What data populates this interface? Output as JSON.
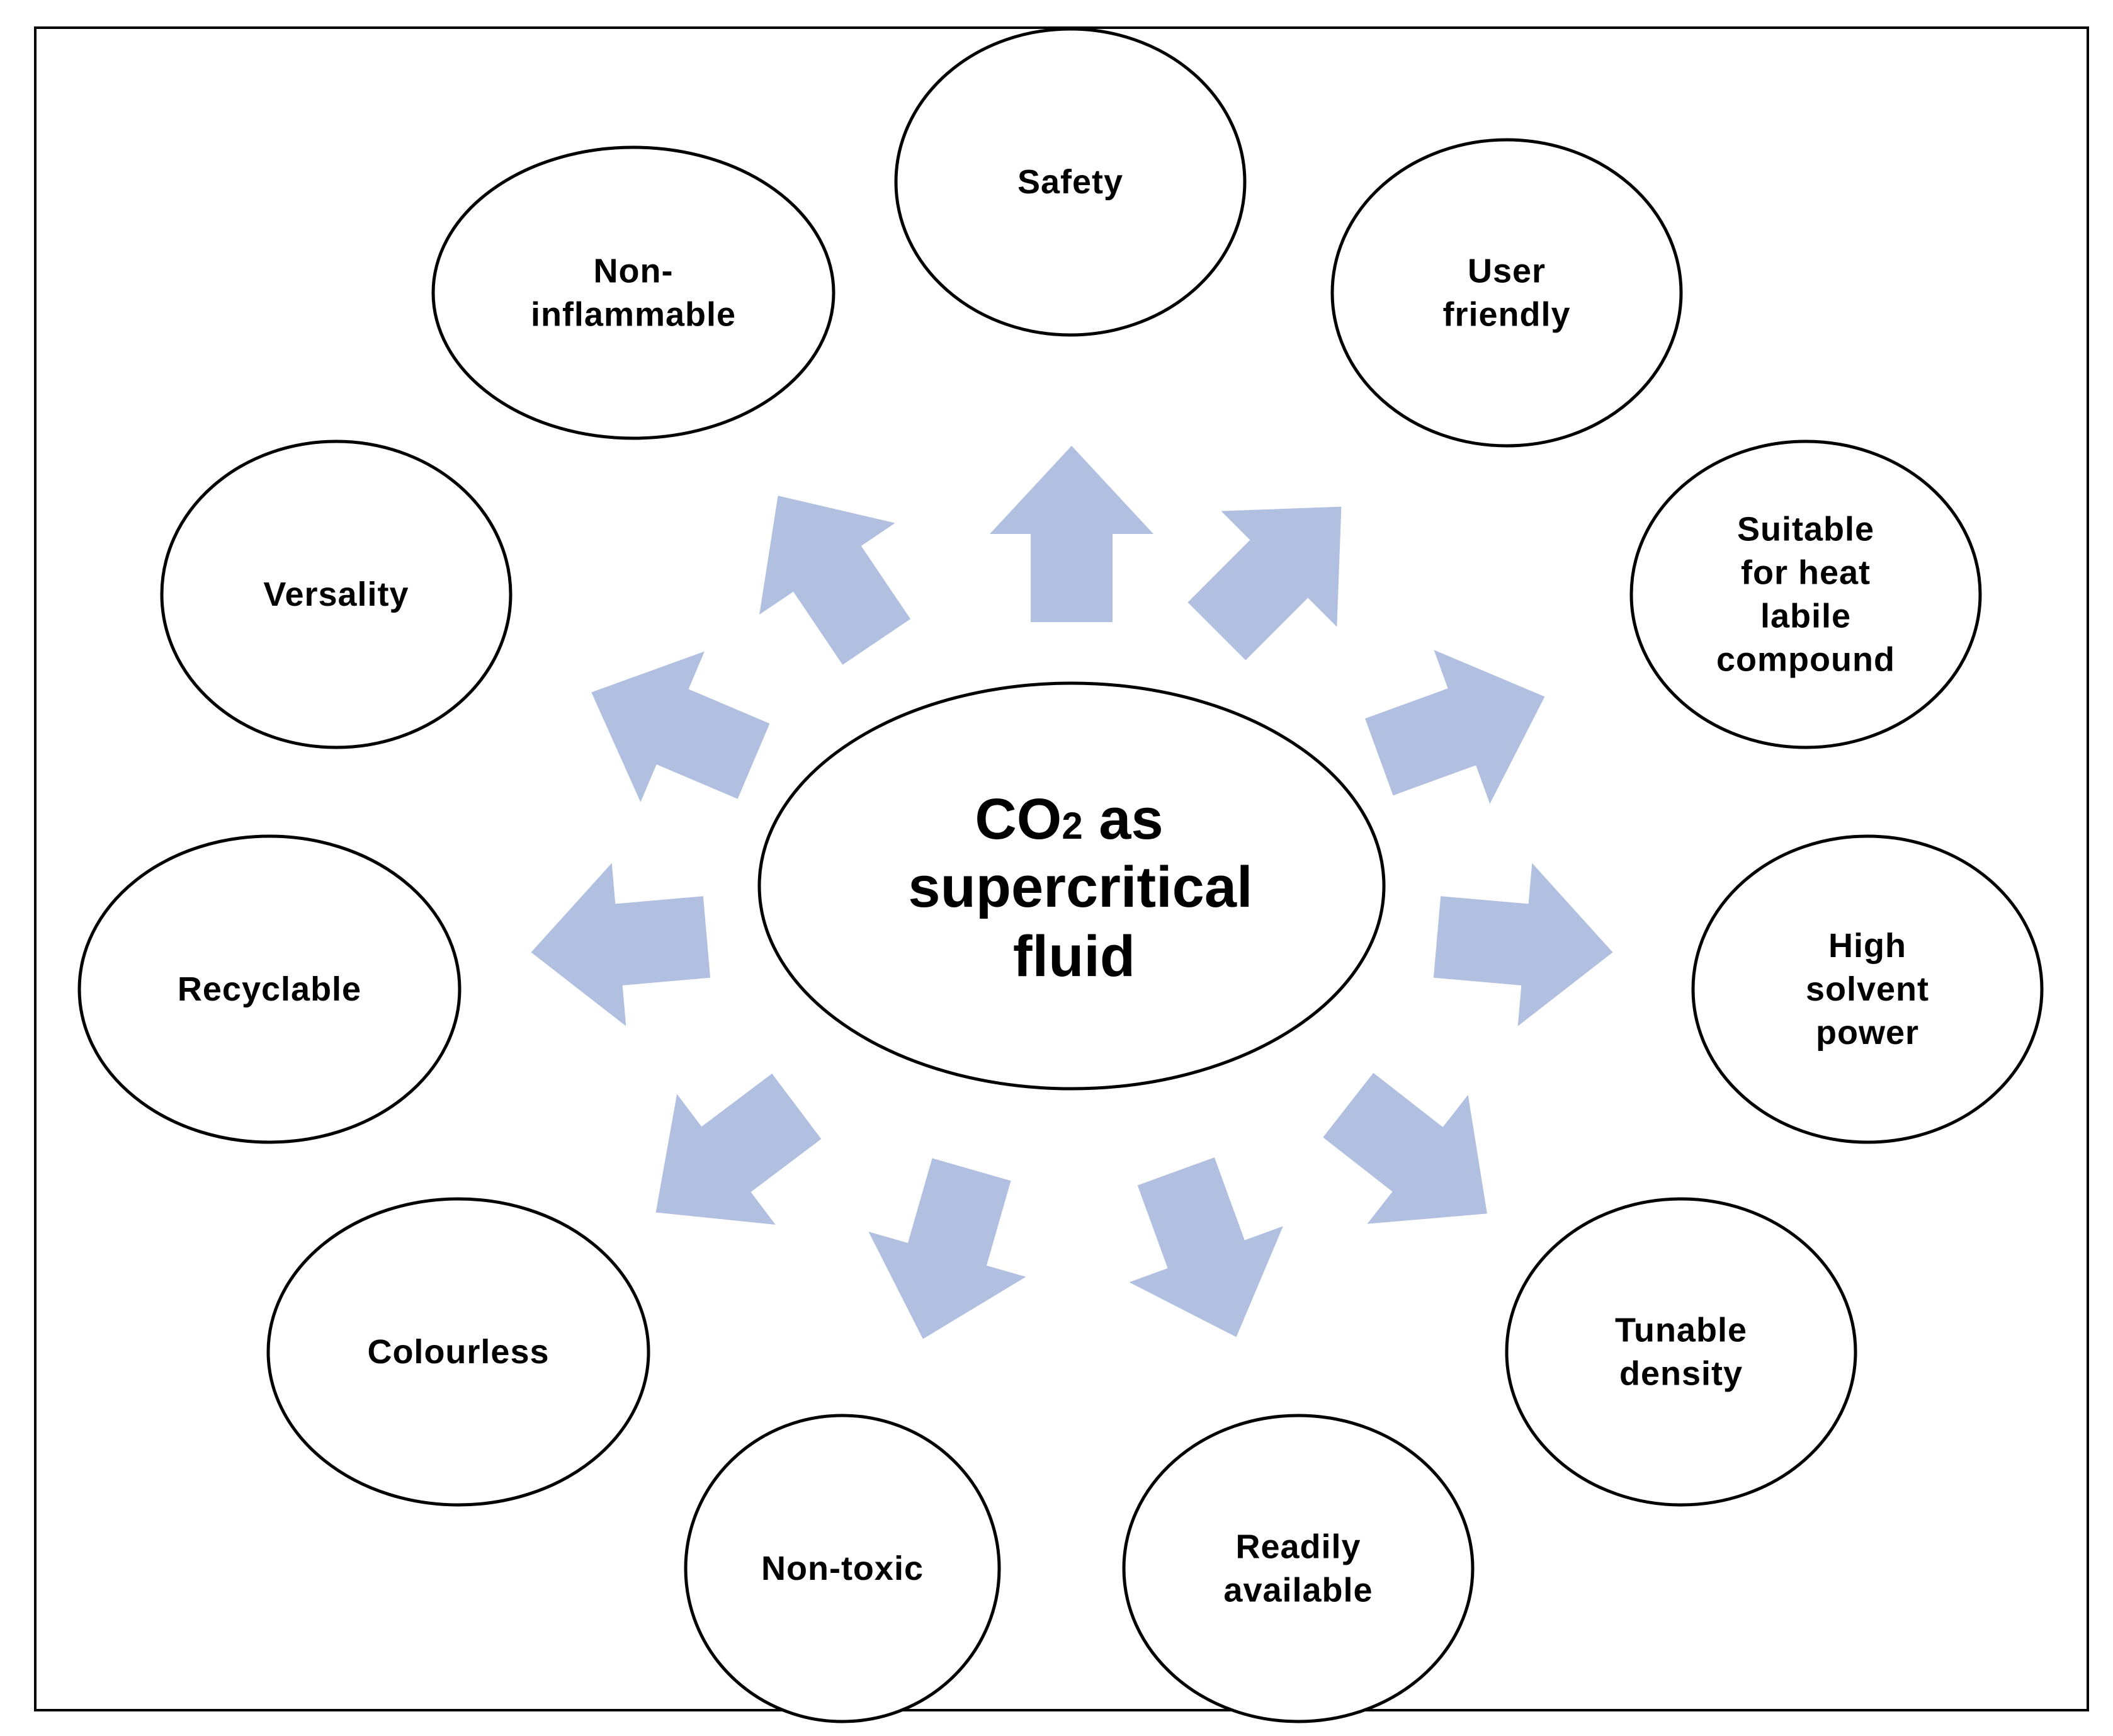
{
  "center": {
    "line1_main": "CO",
    "line1_sub": "2",
    "line1_rest": " as",
    "line2": "supercritical",
    "line3": "fluid"
  },
  "colors": {
    "arrow": "#b1bfe0",
    "outline": "#000000",
    "background": "#ffffff"
  },
  "properties": [
    {
      "id": "safety",
      "lines": [
        "Safety"
      ]
    },
    {
      "id": "user-friendly",
      "lines": [
        "User",
        "friendly"
      ]
    },
    {
      "id": "suitable-heat-labile",
      "lines": [
        "Suitable",
        "for heat",
        "labile",
        "compound"
      ]
    },
    {
      "id": "high-solvent-power",
      "lines": [
        "High",
        "solvent",
        "power"
      ]
    },
    {
      "id": "tunable-density",
      "lines": [
        "Tunable",
        "density"
      ]
    },
    {
      "id": "readily-available",
      "lines": [
        "Readily",
        "available"
      ]
    },
    {
      "id": "non-toxic",
      "lines": [
        "Non-toxic"
      ]
    },
    {
      "id": "colourless",
      "lines": [
        "Colourless"
      ]
    },
    {
      "id": "recyclable",
      "lines": [
        "Recyclable"
      ]
    },
    {
      "id": "versality",
      "lines": [
        "Versality"
      ]
    },
    {
      "id": "non-inflammable",
      "lines": [
        "Non-",
        "inflammable"
      ]
    }
  ]
}
